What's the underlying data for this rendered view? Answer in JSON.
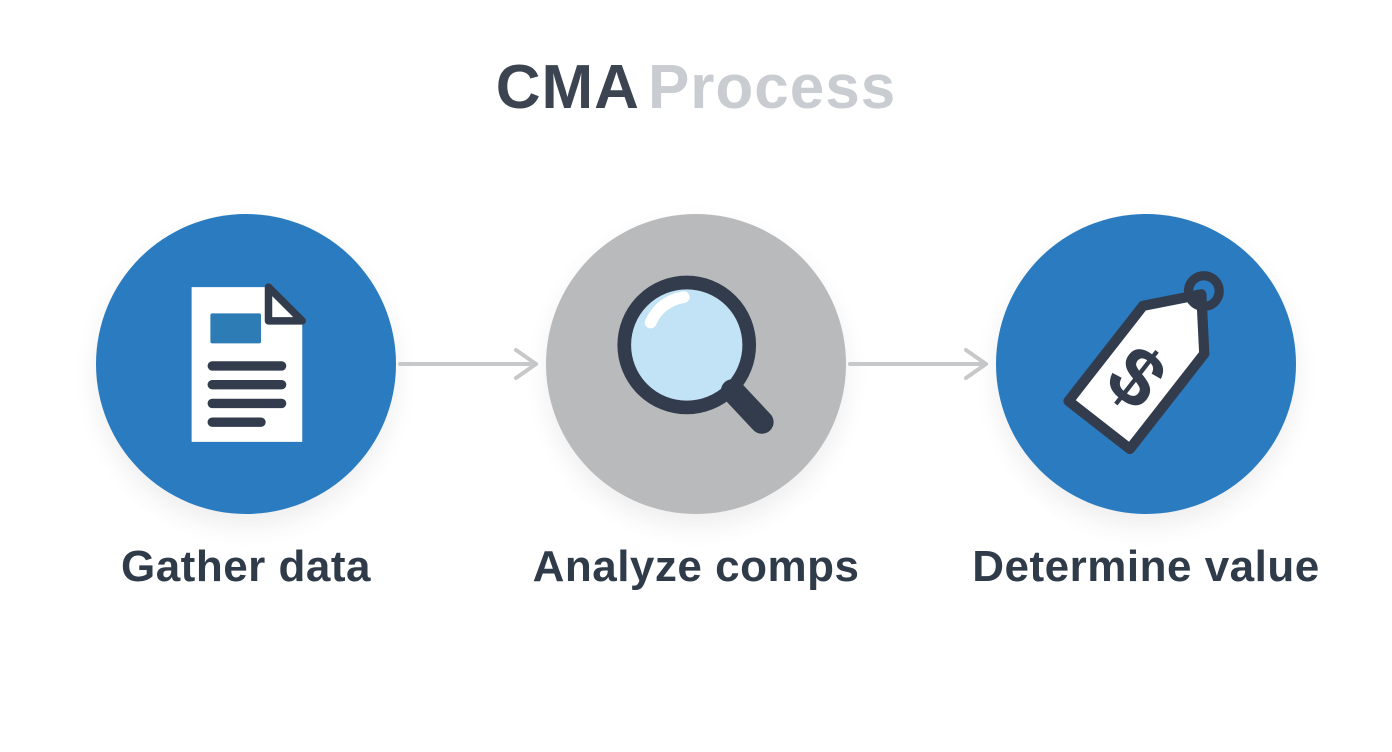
{
  "title": {
    "primary": "CMA",
    "secondary": "Process"
  },
  "steps": [
    {
      "label": "Gather data",
      "icon": "document-icon",
      "circle_color": "#2a7bc0"
    },
    {
      "label": "Analyze comps",
      "icon": "magnifier-icon",
      "circle_color": "#b9babb"
    },
    {
      "label": "Determine value",
      "icon": "price-tag-icon",
      "circle_color": "#2a7bc0",
      "tag_glyph": "$"
    }
  ],
  "connector_icon": "arrow-right-icon",
  "colors": {
    "background": "#ffffff",
    "title_primary": "#3b4450",
    "title_secondary": "#c9ccd1",
    "step_label": "#303b4a",
    "circle_blue": "#2a7bc0",
    "circle_gray": "#b9babb",
    "icon_dark": "#333c4c",
    "lens_blue": "#c2e2f5",
    "doc_accent_blue": "#2e7cb5",
    "arrow_gray": "#c6c8ca"
  }
}
